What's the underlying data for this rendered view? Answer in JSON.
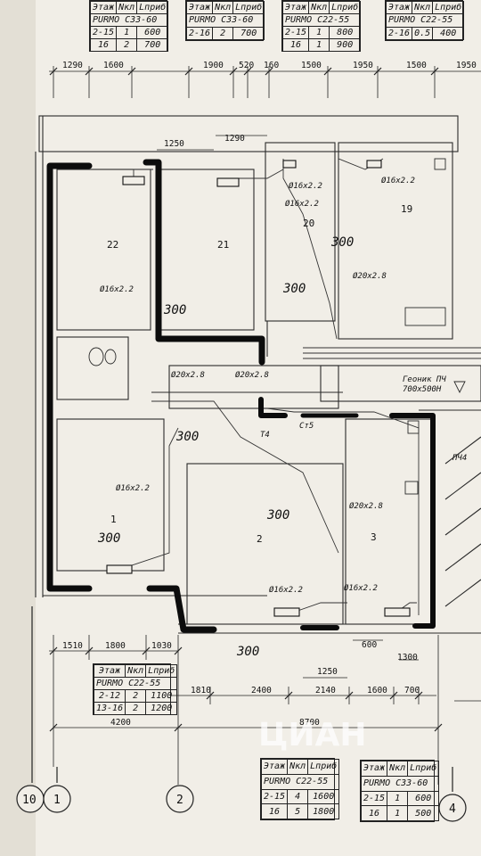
{
  "top_tables": [
    {
      "header": [
        "Этаж",
        "Nкл",
        "Lприб"
      ],
      "model": "PURMO C33-60",
      "rows": [
        [
          "2-15",
          "1",
          "600"
        ],
        [
          "16",
          "2",
          "700"
        ]
      ]
    },
    {
      "header": [
        "Этаж",
        "Nкл",
        "Lприб"
      ],
      "model": "PURMO C33-60",
      "rows": [
        [
          "2-16",
          "2",
          "700"
        ]
      ]
    },
    {
      "header": [
        "Этаж",
        "Nкл",
        "Lприб"
      ],
      "model": "PURMO C22-55",
      "rows": [
        [
          "2-15",
          "1",
          "800"
        ],
        [
          "16",
          "1",
          "900"
        ]
      ]
    },
    {
      "header": [
        "Этаж",
        "Nкл",
        "Lприб"
      ],
      "model": "PURMO C22-55",
      "rows": [
        [
          "2-16",
          "0.5",
          "400"
        ]
      ]
    }
  ],
  "bottom_tables": [
    {
      "header": [
        "Этаж",
        "Nкл",
        "Lприб"
      ],
      "model": "PURMO C22-55",
      "rows": [
        [
          "2-12",
          "2",
          "1100"
        ],
        [
          "13-16",
          "2",
          "1200"
        ]
      ]
    },
    {
      "header": [
        "Этаж",
        "Nкл",
        "Lприб"
      ],
      "model": "PURMO C22-55",
      "rows": [
        [
          "2-15",
          "4",
          "1600"
        ],
        [
          "16",
          "5",
          "1800"
        ]
      ]
    },
    {
      "header": [
        "Этаж",
        "Nкл",
        "Lприб"
      ],
      "model": "PURMO C33-60",
      "rows": [
        [
          "2-15",
          "1",
          "600"
        ],
        [
          "16",
          "1",
          "500"
        ]
      ]
    }
  ],
  "rooms": {
    "r22": "22",
    "r21": "21",
    "r20": "20",
    "r19": "19",
    "r1": "1",
    "r2": "2",
    "r3": "3"
  },
  "top_dims": {
    "d1": "1290",
    "d2": "1600",
    "d3": "1900",
    "d4": "520",
    "d5": "160",
    "d6": "1500",
    "d7": "1950",
    "d8": "1500",
    "d9": "1950",
    "d10": "1250",
    "d11": "1290"
  },
  "bottom_dims": {
    "d1": "1510",
    "d2": "1800",
    "d3": "1030",
    "d4": "1810",
    "d5": "2400",
    "d6": "2140",
    "d7": "1600",
    "d8": "700",
    "d9": "600",
    "d10": "1300",
    "d11": "1250",
    "t1": "4200",
    "t2": "8700"
  },
  "pipes": {
    "p1": "Ø16x2.2",
    "p2": "Ø16x2.2",
    "p3": "Ø16x2.2",
    "p4": "Ø16x2.2",
    "p5": "Ø20x2.8",
    "p6": "Ø16x2.2",
    "p7": "Ø20x2.8",
    "p8": "Ø20x2.8",
    "p9": "Ø20x2.8",
    "p10": "Ø16x2.2",
    "p11": "Ø16x2.2"
  },
  "labels": {
    "m300a": "300",
    "m300b": "300",
    "m300c": "300",
    "m300d": "300",
    "m300e": "300",
    "m300f": "300",
    "m300g": "300",
    "meter1": "Геоник ПЧ",
    "meter2": "700x500Н",
    "st5": "Ст5",
    "pch": "ПЧ4",
    "t4": "Т4"
  },
  "axes": [
    "10",
    "1",
    "2",
    "4"
  ],
  "watermark": "ЦИАН",
  "colors": {
    "paper": "#f1eee7",
    "ink": "#1a1a1a",
    "marker": "#0c0c0c",
    "watermark": "#ffffff"
  }
}
